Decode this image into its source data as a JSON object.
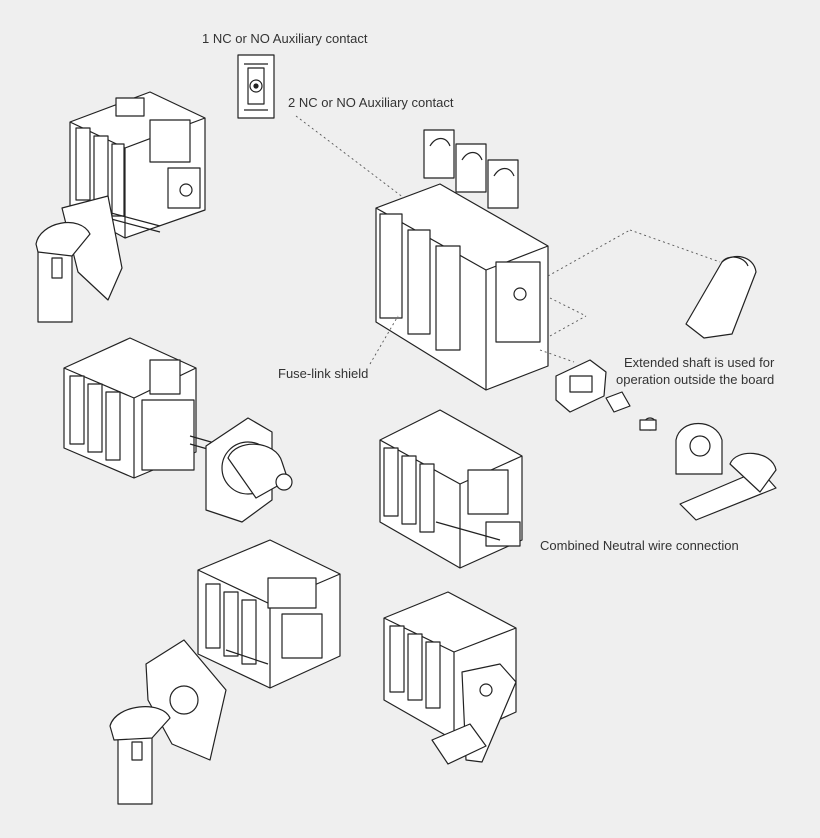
{
  "labels": {
    "aux1": "1 NC or NO Auxiliary contact",
    "aux2": "2 NC or NO Auxiliary contact",
    "fuse_shield": "Fuse-link shield",
    "ext_shaft_line1": "Extended shaft is used for",
    "ext_shaft_line2": "operation outside the board",
    "neutral": "Combined Neutral wire connection"
  },
  "colors": {
    "background": "#efefef",
    "line": "#222222",
    "fill": "#ffffff",
    "leader": "#555555"
  }
}
